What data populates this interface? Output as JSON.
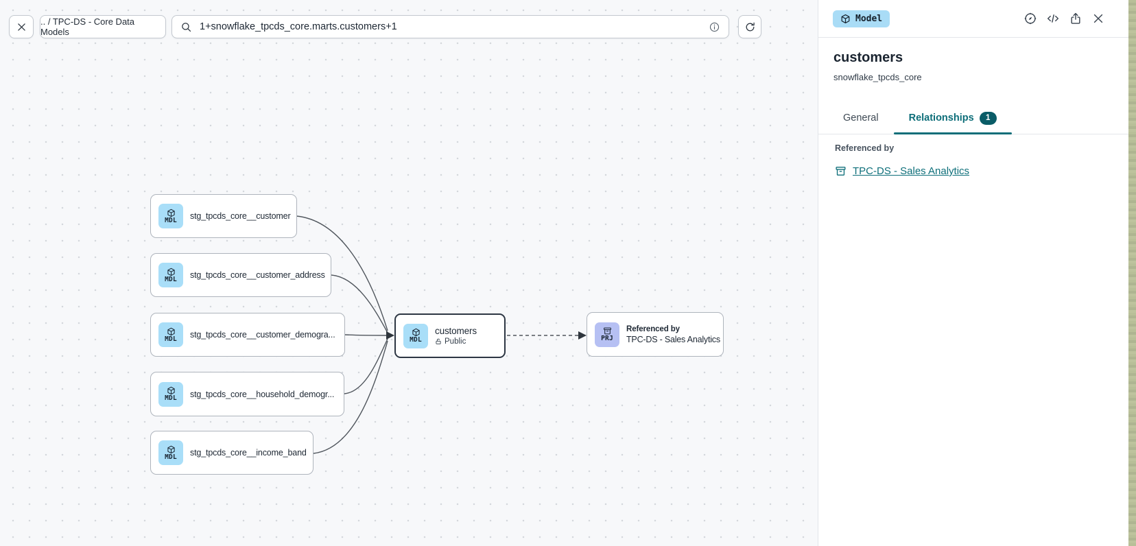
{
  "topbar": {
    "breadcrumb": ".. / TPC-DS - Core Data Models",
    "search_value": "1+snowflake_tpcds_core.marts.customers+1"
  },
  "graph": {
    "upstream": [
      {
        "badge": "MDL",
        "label": "stg_tpcds_core__customer"
      },
      {
        "badge": "MDL",
        "label": "stg_tpcds_core__customer_address"
      },
      {
        "badge": "MDL",
        "label": "stg_tpcds_core__customer_demogra..."
      },
      {
        "badge": "MDL",
        "label": "stg_tpcds_core__household_demogr..."
      },
      {
        "badge": "MDL",
        "label": "stg_tpcds_core__income_band"
      }
    ],
    "selected": {
      "badge": "MDL",
      "label": "customers",
      "access": "Public"
    },
    "referenced": {
      "badge": "PRJ",
      "caption": "Referenced by",
      "label": "TPC-DS - Sales Analytics"
    }
  },
  "panel": {
    "type_badge": "Model",
    "title": "customers",
    "subtitle": "snowflake_tpcds_core",
    "tabs": [
      {
        "label": "General"
      },
      {
        "label": "Relationships",
        "badge": "1"
      }
    ],
    "section_label": "Referenced by",
    "link_label": "TPC-DS - Sales Analytics"
  },
  "colors": {
    "accent_teal": "#0d6e79",
    "tab_badge_teal": "#0a5c67",
    "model_icon_blue": "#a9def8",
    "project_icon_purple": "#b6c0f3",
    "type_badge_blue": "#a9dcf6",
    "canvas_bg": "#f7f8fa",
    "selected_node_border": "#2d3643",
    "wallpaper_sliver_green": "#b6bd95"
  }
}
